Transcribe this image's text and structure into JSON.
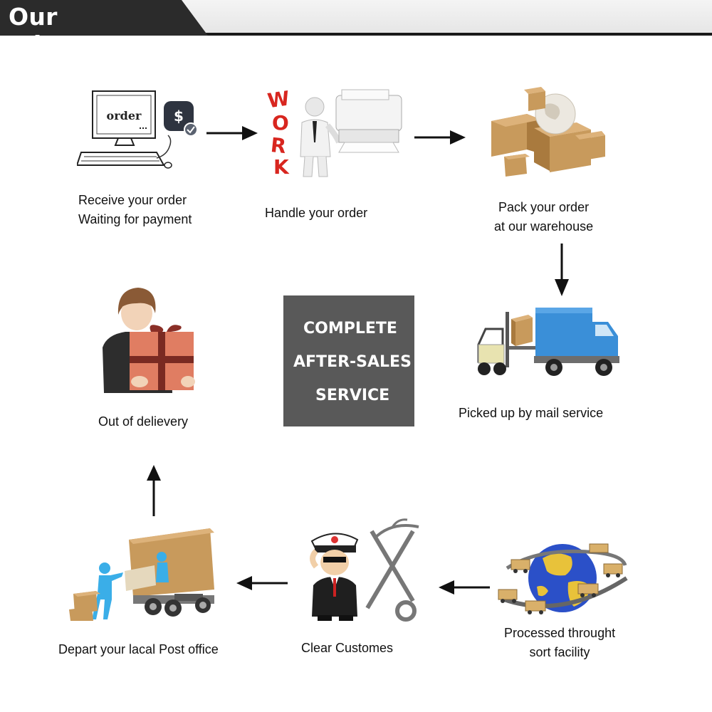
{
  "header": {
    "title": "Our advantage"
  },
  "center": {
    "lines": [
      "COMPLETE",
      "AFTER-SALES",
      "SERVICE"
    ]
  },
  "steps": [
    {
      "id": "receive-order",
      "label_lines": [
        "Receive your order",
        "Waiting for payment"
      ],
      "screen_text": "order",
      "icon": "computer-order-icon"
    },
    {
      "id": "handle-order",
      "label_lines": [
        "Handle your order"
      ],
      "work_letters": [
        "W",
        "O",
        "R",
        "K"
      ],
      "icon": "worker-printer-icon"
    },
    {
      "id": "pack-order",
      "label_lines": [
        "Pack your order",
        "at our warehouse"
      ],
      "icon": "boxes-globe-icon"
    },
    {
      "id": "picked-up",
      "label_lines": [
        "Picked up by mail service"
      ],
      "icon": "forklift-truck-icon"
    },
    {
      "id": "processed",
      "label_lines": [
        "Processed throught",
        "sort facility"
      ],
      "icon": "globe-trucks-icon"
    },
    {
      "id": "clear-customs",
      "label_lines": [
        "Clear Customes"
      ],
      "icon": "customs-officer-icon"
    },
    {
      "id": "depart-post",
      "label_lines": [
        "Depart your lacal Post office"
      ],
      "icon": "delivery-truck-icon"
    },
    {
      "id": "out-delivery",
      "label_lines": [
        "Out of delievery"
      ],
      "icon": "person-gift-icon"
    }
  ],
  "colors": {
    "header_tab": "#2b2b2b",
    "center_box": "#595959",
    "arrow": "#111111",
    "box": "#c89a5c",
    "truck_blue": "#3a8fd8"
  }
}
